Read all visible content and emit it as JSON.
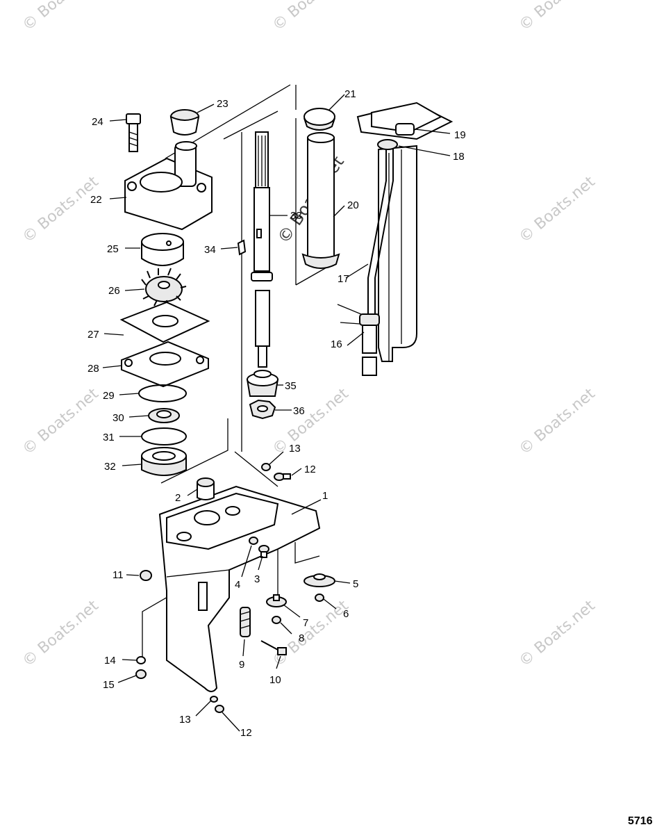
{
  "diagram": {
    "reference_number": "5716",
    "watermark": "© Boats.net",
    "center_watermark": "© Boats.net",
    "callouts": [
      "1",
      "2",
      "3",
      "4",
      "5",
      "6",
      "7",
      "8",
      "9",
      "10",
      "11",
      "12",
      "13",
      "14",
      "15",
      "16",
      "17",
      "18",
      "19",
      "20",
      "21",
      "22",
      "23",
      "24",
      "25",
      "26",
      "27",
      "28",
      "29",
      "30",
      "31",
      "32",
      "33",
      "34",
      "35",
      "36",
      "12",
      "13"
    ]
  }
}
